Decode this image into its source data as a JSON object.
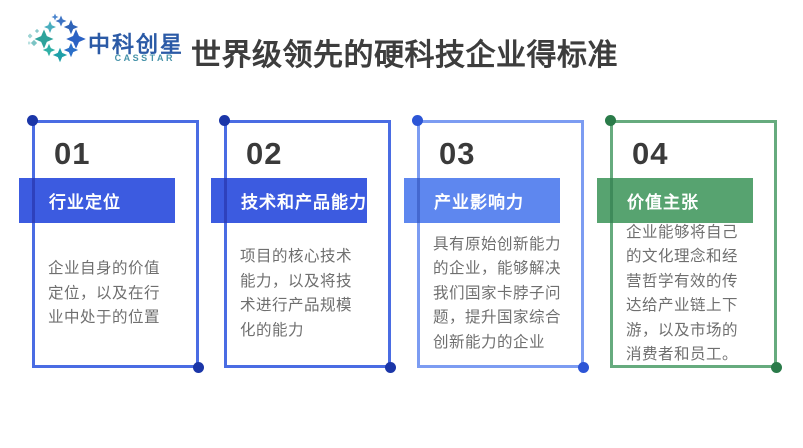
{
  "brand": {
    "name": "中科创星",
    "subtitle": "CASSTAR",
    "logo_icon": "casstar-star-ring-logo",
    "name_color": "#2B5AA6",
    "subtitle_color": "#4793A9"
  },
  "header": {
    "title": "世界级领先的硬科技企业得标准",
    "title_color": "#3D3D3D"
  },
  "cards": [
    {
      "number": "01",
      "label": "行业定位",
      "body": "企业自身的价值\n定位，以及在行\n业中处于的位置",
      "border_color": "#4A6CE3",
      "banner_color": "#3C5BE0",
      "dot_color": "#1B36A8",
      "border_over_banner_color": "#2E41BC"
    },
    {
      "number": "02",
      "label": "技术和产品能力",
      "body": "项目的核心技术\n能力，以及将技\n术进行产品规模\n化的能力",
      "border_color": "#4A6CE3",
      "banner_color": "#3C5BE0",
      "dot_color": "#1B36A8",
      "border_over_banner_color": "#2E41BC"
    },
    {
      "number": "03",
      "label": "产业影响力",
      "body": "具有原始创新能力\n的企业，能够解决\n我们国家卡脖子问\n题，提升国家综合\n创新能力的企业",
      "border_color": "#7C9CF2",
      "banner_color": "#5E87EF",
      "dot_color": "#2C55D6",
      "border_over_banner_color": "#4468D0"
    },
    {
      "number": "04",
      "label": "价值主张",
      "body": "企业能够将自己\n的文化理念和经\n营哲学有效的传\n达给产业链上下\n游，以及市场的\n消费者和员工。",
      "border_color": "#66AB7E",
      "banner_color": "#57A370",
      "dot_color": "#2A7B49",
      "border_over_banner_color": "#3E8A5A"
    }
  ],
  "styles": {
    "background_color": "#FFFFFF",
    "number_color": "#3A3A3A",
    "body_text_color": "#6F6F6F"
  }
}
